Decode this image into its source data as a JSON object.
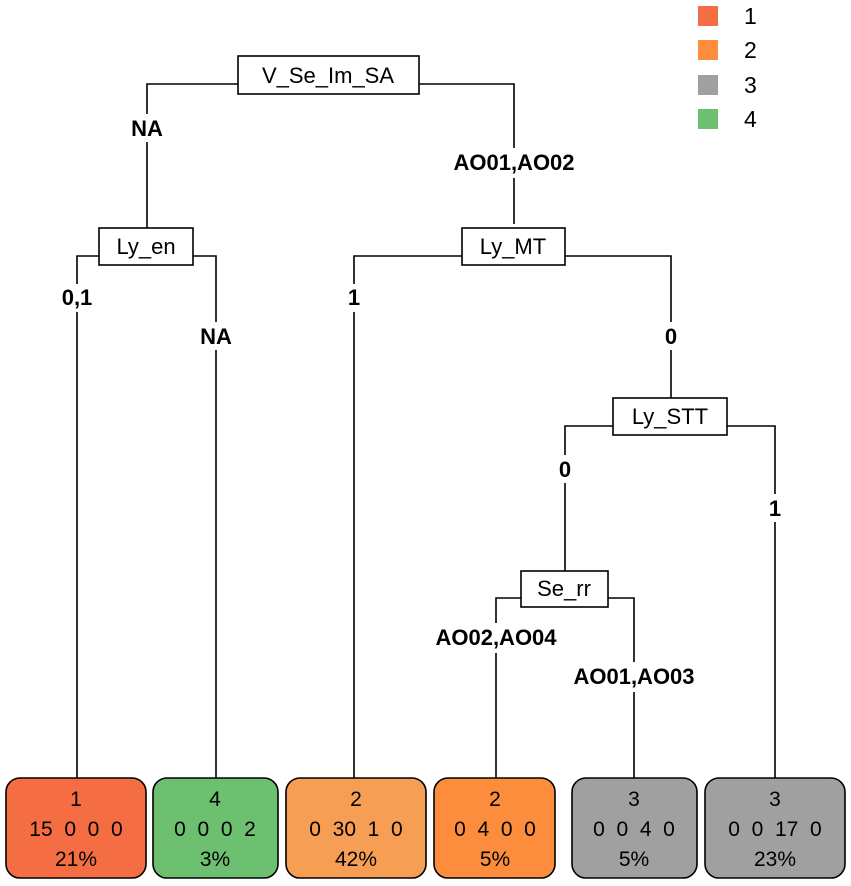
{
  "colors": {
    "class_1": "#F46D43",
    "class_2": "#FB8D3D",
    "class_3": "#A0A0A0",
    "class_4": "#6CC070",
    "leaf_light_2": "#F79E55"
  },
  "legend": {
    "items": [
      {
        "label": "1",
        "color": "#F46D43"
      },
      {
        "label": "2",
        "color": "#FB8D3D"
      },
      {
        "label": "3",
        "color": "#A0A0A0"
      },
      {
        "label": "4",
        "color": "#6CC070"
      }
    ]
  },
  "splits": {
    "root": "V_Se_Im_SA",
    "ly_en": "Ly_en",
    "ly_mt": "Ly_MT",
    "ly_stt": "Ly_STT",
    "se_rr": "Se_rr"
  },
  "edges": {
    "root_left": "NA",
    "root_right": "AO01,AO02",
    "ly_en_left": "0,1",
    "ly_en_right": "NA",
    "ly_mt_left": "1",
    "ly_mt_right": "0",
    "ly_stt_left": "0",
    "ly_stt_right": "1",
    "se_rr_left": "AO02,AO04",
    "se_rr_right": "AO01,AO03"
  },
  "leaves": [
    {
      "class": "1",
      "counts": "15  0  0  0",
      "pct": "21%",
      "color": "#F46D43"
    },
    {
      "class": "4",
      "counts": "0  0  0  2",
      "pct": "3%",
      "color": "#6CC070"
    },
    {
      "class": "2",
      "counts": "0  30  1  0",
      "pct": "42%",
      "color": "#F79E55"
    },
    {
      "class": "2",
      "counts": "0  4  0  0",
      "pct": "5%",
      "color": "#FB8D3D"
    },
    {
      "class": "3",
      "counts": "0  0  4  0",
      "pct": "5%",
      "color": "#A0A0A0"
    },
    {
      "class": "3",
      "counts": "0  0  17  0",
      "pct": "23%",
      "color": "#A0A0A0"
    }
  ]
}
